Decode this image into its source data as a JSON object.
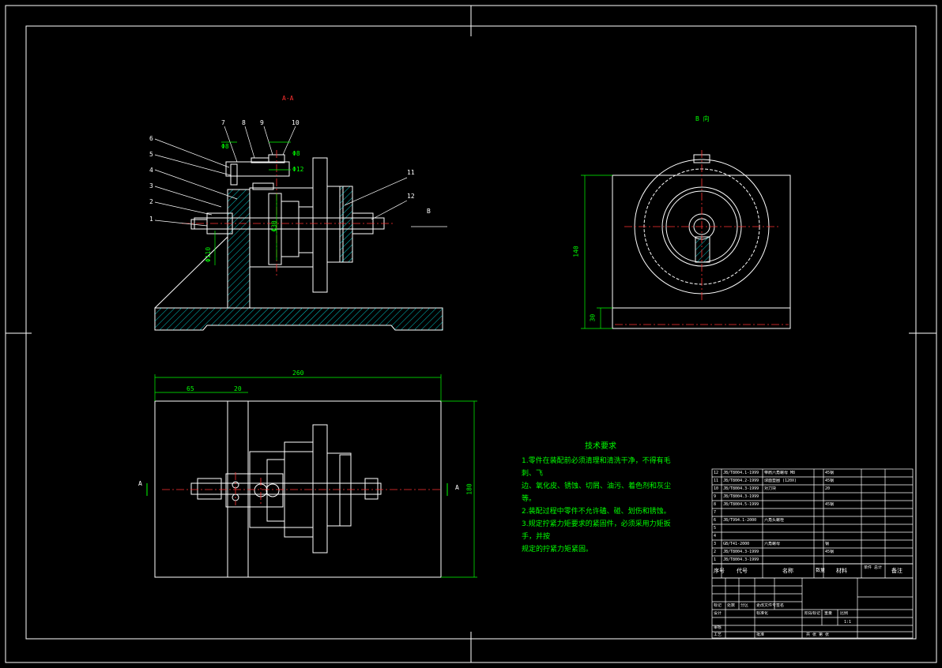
{
  "section_title": "A-A",
  "view_b_title": "B 向",
  "view_b_arrow": "B",
  "section_arrow_left": "A",
  "section_arrow_right": "A",
  "part_callouts": [
    "1",
    "2",
    "3",
    "4",
    "5",
    "6",
    "7",
    "8",
    "9",
    "10",
    "11",
    "12"
  ],
  "dims": {
    "overall_length": "260",
    "left_offset": "65",
    "gap": "20",
    "height_b": "140",
    "base_b": "30",
    "width_top": "180",
    "d1": "Φ8",
    "d2": "Φ8",
    "d3": "Φ12",
    "d4": "Φ110",
    "d5": "Φ30"
  },
  "tech_req": {
    "title": "技术要求",
    "lines": [
      "1.零件在装配前必须清理和清洗干净，不得有毛刺、飞",
      "边、氧化皮、锈蚀、切屑、油污、着色剂和灰尘等。",
      "2.装配过程中零件不允许磕、碰、划伤和锈蚀。",
      "3.规定拧紧力矩要求的紧固件，必须采用力矩扳手，并按",
      "规定的拧紧力矩紧固。"
    ]
  },
  "bom_header": {
    "no": "序号",
    "code": "代号",
    "name": "名称",
    "qty": "数量",
    "material": "材料",
    "weight": "单件 总计",
    "note": "备注"
  },
  "bom_rows": [
    {
      "no": "12",
      "code": "JB/T8004.1-1999",
      "name": "带肩六角螺母 M8",
      "mat": "45钢"
    },
    {
      "no": "11",
      "code": "JB/T8004.2-1999",
      "name": "球面垫圈 (120X)",
      "mat": "45钢"
    },
    {
      "no": "10",
      "code": "JB/T8004.3-1999",
      "name": "对刀块",
      "mat": "20"
    },
    {
      "no": "9",
      "code": "JB/T8004.3-1999",
      "name": "",
      "mat": ""
    },
    {
      "no": "8",
      "code": "JB/T8004.5-1999",
      "name": "",
      "mat": "45钢"
    },
    {
      "no": "7",
      "code": "",
      "name": "",
      "mat": ""
    },
    {
      "no": "6",
      "code": "JB/T994.1-2000",
      "name": "六角头螺栓",
      "mat": ""
    },
    {
      "no": "5",
      "code": "",
      "name": "",
      "mat": ""
    },
    {
      "no": "4",
      "code": "",
      "name": "",
      "mat": ""
    },
    {
      "no": "3",
      "code": "GB/T41-2000",
      "name": "六角螺母",
      "mat": "钢"
    },
    {
      "no": "2",
      "code": "JB/T8004.3-1999",
      "name": "",
      "mat": "45钢"
    },
    {
      "no": "1",
      "code": "JB/T8004.3-1999",
      "name": "",
      "mat": ""
    }
  ],
  "title_block": {
    "mark": "标记",
    "count": "处数",
    "zone": "分区",
    "docno": "更改文件号",
    "sign": "签名",
    "design": "设计",
    "std": "标准化",
    "check": "审核",
    "craft": "工艺",
    "approve": "批准",
    "stage": "阶段标记",
    "weight": "重量",
    "scale": "比例",
    "scale_val": "1:1",
    "sheets": "共 张 第 张"
  }
}
